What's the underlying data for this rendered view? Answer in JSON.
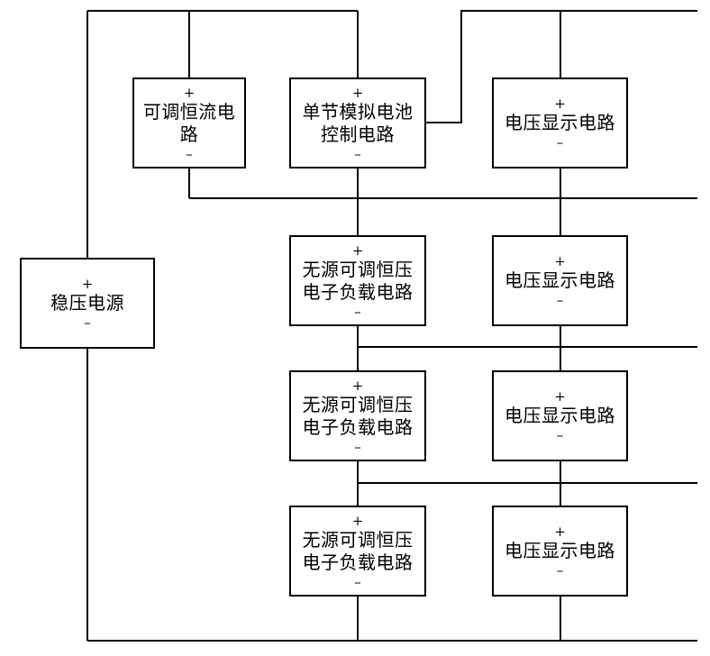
{
  "blocks": {
    "regulated_supply": {
      "plus": "+",
      "label_lines": [
        "稳压电源"
      ],
      "minus": "–"
    },
    "adjustable_cc": {
      "plus": "+",
      "label_lines": [
        "可调恒流电",
        "路"
      ],
      "minus": "–"
    },
    "battery_control": {
      "plus": "+",
      "label_lines": [
        "单节模拟电池",
        "控制电路"
      ],
      "minus": "–"
    },
    "voltage_display_1": {
      "plus": "+",
      "label_lines": [
        "电压显示电路"
      ],
      "minus": "–"
    },
    "passive_load_1": {
      "plus": "+",
      "label_lines": [
        "无源可调恒压",
        "电子负载电路"
      ],
      "minus": "–"
    },
    "voltage_display_2": {
      "plus": "+",
      "label_lines": [
        "电压显示电路"
      ],
      "minus": "–"
    },
    "passive_load_2": {
      "plus": "+",
      "label_lines": [
        "无源可调恒压",
        "电子负载电路"
      ],
      "minus": "–"
    },
    "voltage_display_3": {
      "plus": "+",
      "label_lines": [
        "电压显示电路"
      ],
      "minus": "–"
    },
    "passive_load_3": {
      "plus": "+",
      "label_lines": [
        "无源可调恒压",
        "电子负载电路"
      ],
      "minus": "–"
    },
    "voltage_display_4": {
      "plus": "+",
      "label_lines": [
        "电压显示电路"
      ],
      "minus": "–"
    }
  },
  "colors": {
    "line": "#000000",
    "background": "#ffffff"
  }
}
